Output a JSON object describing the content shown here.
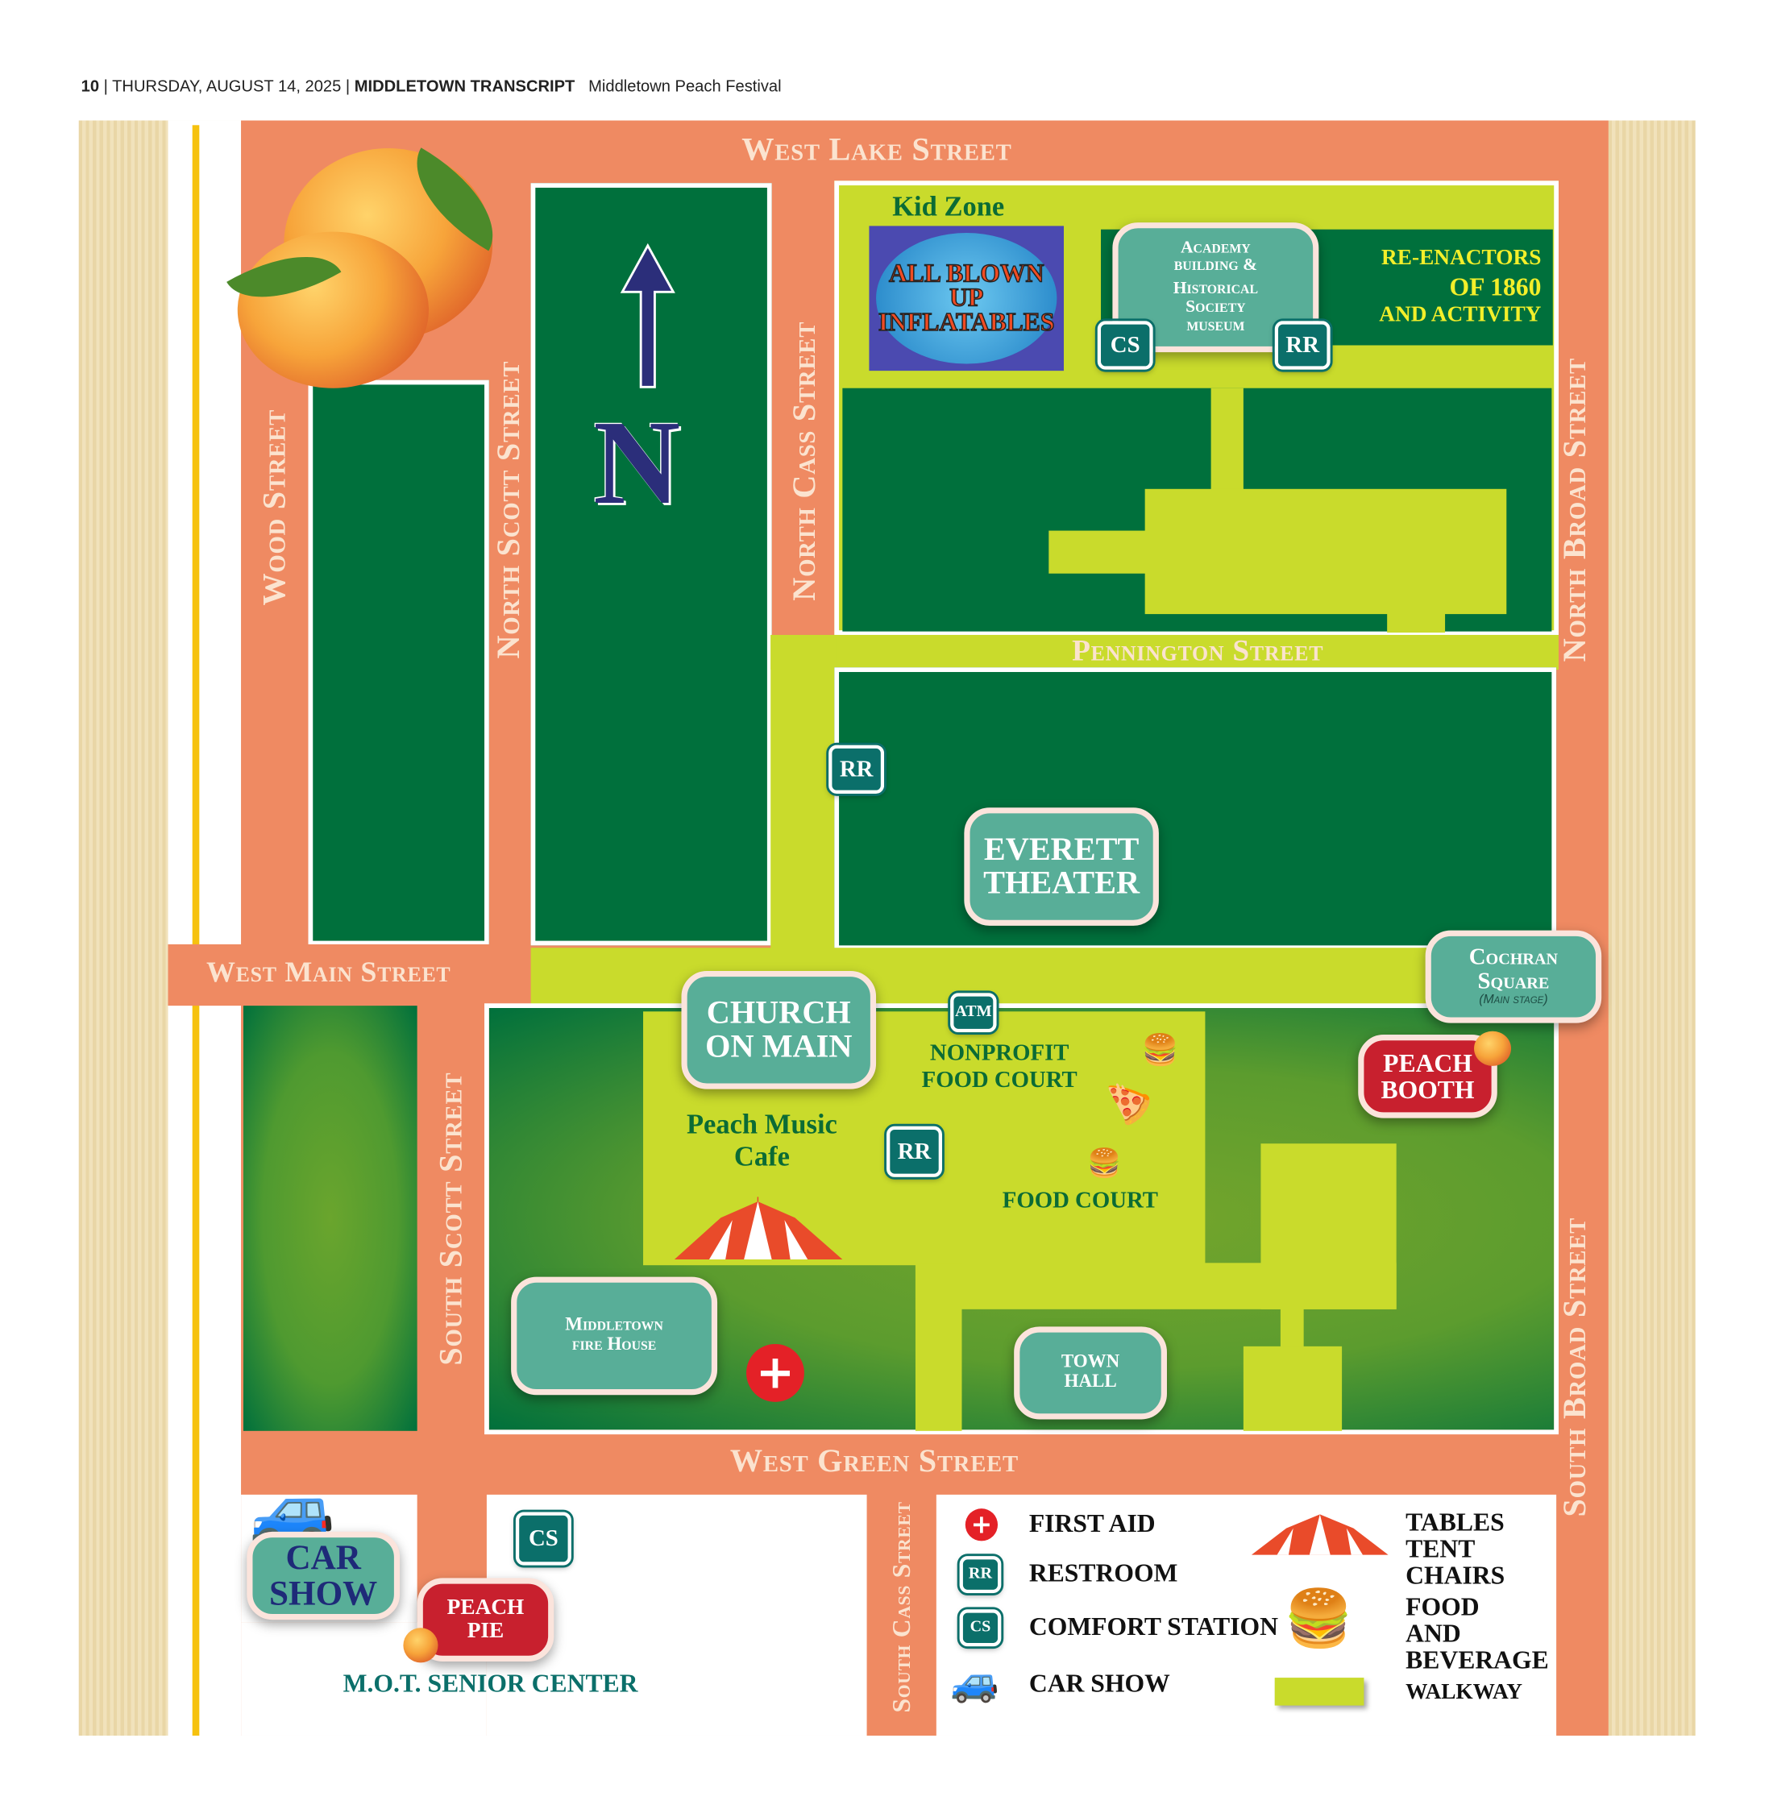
{
  "header": {
    "page": "10",
    "date": "THURSDAY, AUGUST 14, 2025",
    "paper": "MIDDLETOWN TRANSCRIPT",
    "section": "Middletown Peach Festival"
  },
  "streets": {
    "west_lake": "West Lake Street",
    "wood": "Wood Street",
    "north_scott": "North Scott Street",
    "north_cass": "North Cass Street",
    "north_broad": "North Broad Street",
    "pennington": "Pennington Street",
    "west_main": "West Main Street",
    "south_scott": "South Scott Street",
    "west_green": "West Green Street",
    "south_cass": "South Cass Street",
    "south_broad": "South Broad Street"
  },
  "compass": {
    "letter": "N"
  },
  "kid_zone": {
    "title": "Kid Zone",
    "logo_text": "ALL BLOWN UP INFLATABLES"
  },
  "venues": {
    "academy": [
      "Academy",
      "building &",
      "Historical",
      "Society",
      "museum"
    ],
    "reenactors": [
      "RE-ENACTORS",
      "OF 1860",
      "AND ACTIVITY"
    ],
    "everett": [
      "EVERETT",
      "THEATER"
    ],
    "cochran": [
      "Cochran",
      "Square"
    ],
    "cochran_sub": "(Main stage)",
    "church": [
      "CHURCH",
      "ON MAIN"
    ],
    "nonprofit": [
      "NONPROFIT",
      "FOOD COURT"
    ],
    "peach_booth": [
      "PEACH",
      "BOOTH"
    ],
    "music_cafe": [
      "Peach Music",
      "Cafe"
    ],
    "food_court": "FOOD COURT",
    "fire_house": [
      "Middletown",
      "fire House"
    ],
    "town_hall": [
      "TOWN",
      "HALL"
    ],
    "car_show": [
      "CAR",
      "SHOW"
    ],
    "peach_pie": [
      "PEACH",
      "PIE"
    ],
    "senior_center": "M.O.T. SENIOR CENTER"
  },
  "badges": {
    "cs": "CS",
    "rr": "RR",
    "atm": "ATM"
  },
  "legend": {
    "first_aid": "FIRST AID",
    "restroom": "RESTROOM",
    "comfort": "COMFORT STATION",
    "car_show": "CAR SHOW",
    "tent": [
      "TABLES",
      "TENT",
      "CHAIRS"
    ],
    "food": [
      "FOOD",
      "AND",
      "BEVERAGE"
    ],
    "walkway": "WALKWAY"
  },
  "colors": {
    "street": "#ef8a62",
    "block": "#00703c",
    "walkway": "#c9db2c",
    "venue": "#58ae98",
    "booth": "#c8202e"
  }
}
